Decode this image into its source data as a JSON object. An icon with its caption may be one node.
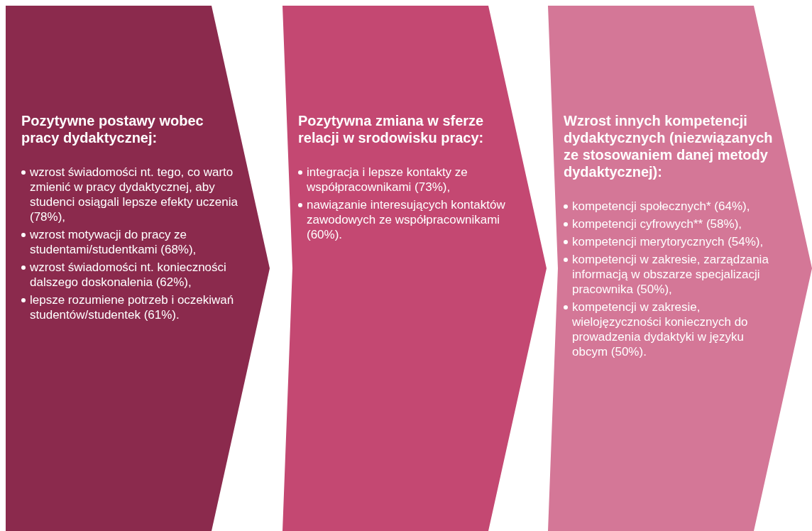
{
  "diagram": {
    "nodes": [
      {
        "text": [
          "Pozytywne postawy wobec pracy dydaktycznej:",
          "wzrost świadomości nt. tego, co warto zmienić w pracy dydaktycznej, aby studenci osiągali lepsze efekty uczenia (78%),",
          "wzrost motywacji do pracy ze studentami/studentkami (68%),",
          "wzrost świadomości nt. konieczności dalszego doskonalenia (62%),",
          "lepsze rozumiene potrzeb i oczekiwań studentów/studentek (61%)."
        ]
      },
      {
        "text": [
          "Pozytywna zmiana w sferze relacji w srodowisku pracy:",
          "integracja i lepsze kontakty ze współpracownikami (73%),",
          "nawiązanie interesujących kontaktów zawodowych ze współpracownikami (60%)."
        ]
      },
      {
        "text": [
          "Wzrost innych kompetencji dydaktycznych (niezwiązanych ze stosowaniem danej metody dydaktycznej):",
          "kompetencji społecznych* (64%),",
          "kompetencji cyfrowych** (58%),",
          "kompetencji merytorycznych (54%),",
          "kompetencji w zakresie, zarządzania informacją w obszarze specjalizacji pracownika (50%),",
          "kompetencji w zakresie, wielojęzyczności koniecznych do prowadzenia dydaktyki w języku obcym (50%)."
        ]
      }
    ]
  }
}
